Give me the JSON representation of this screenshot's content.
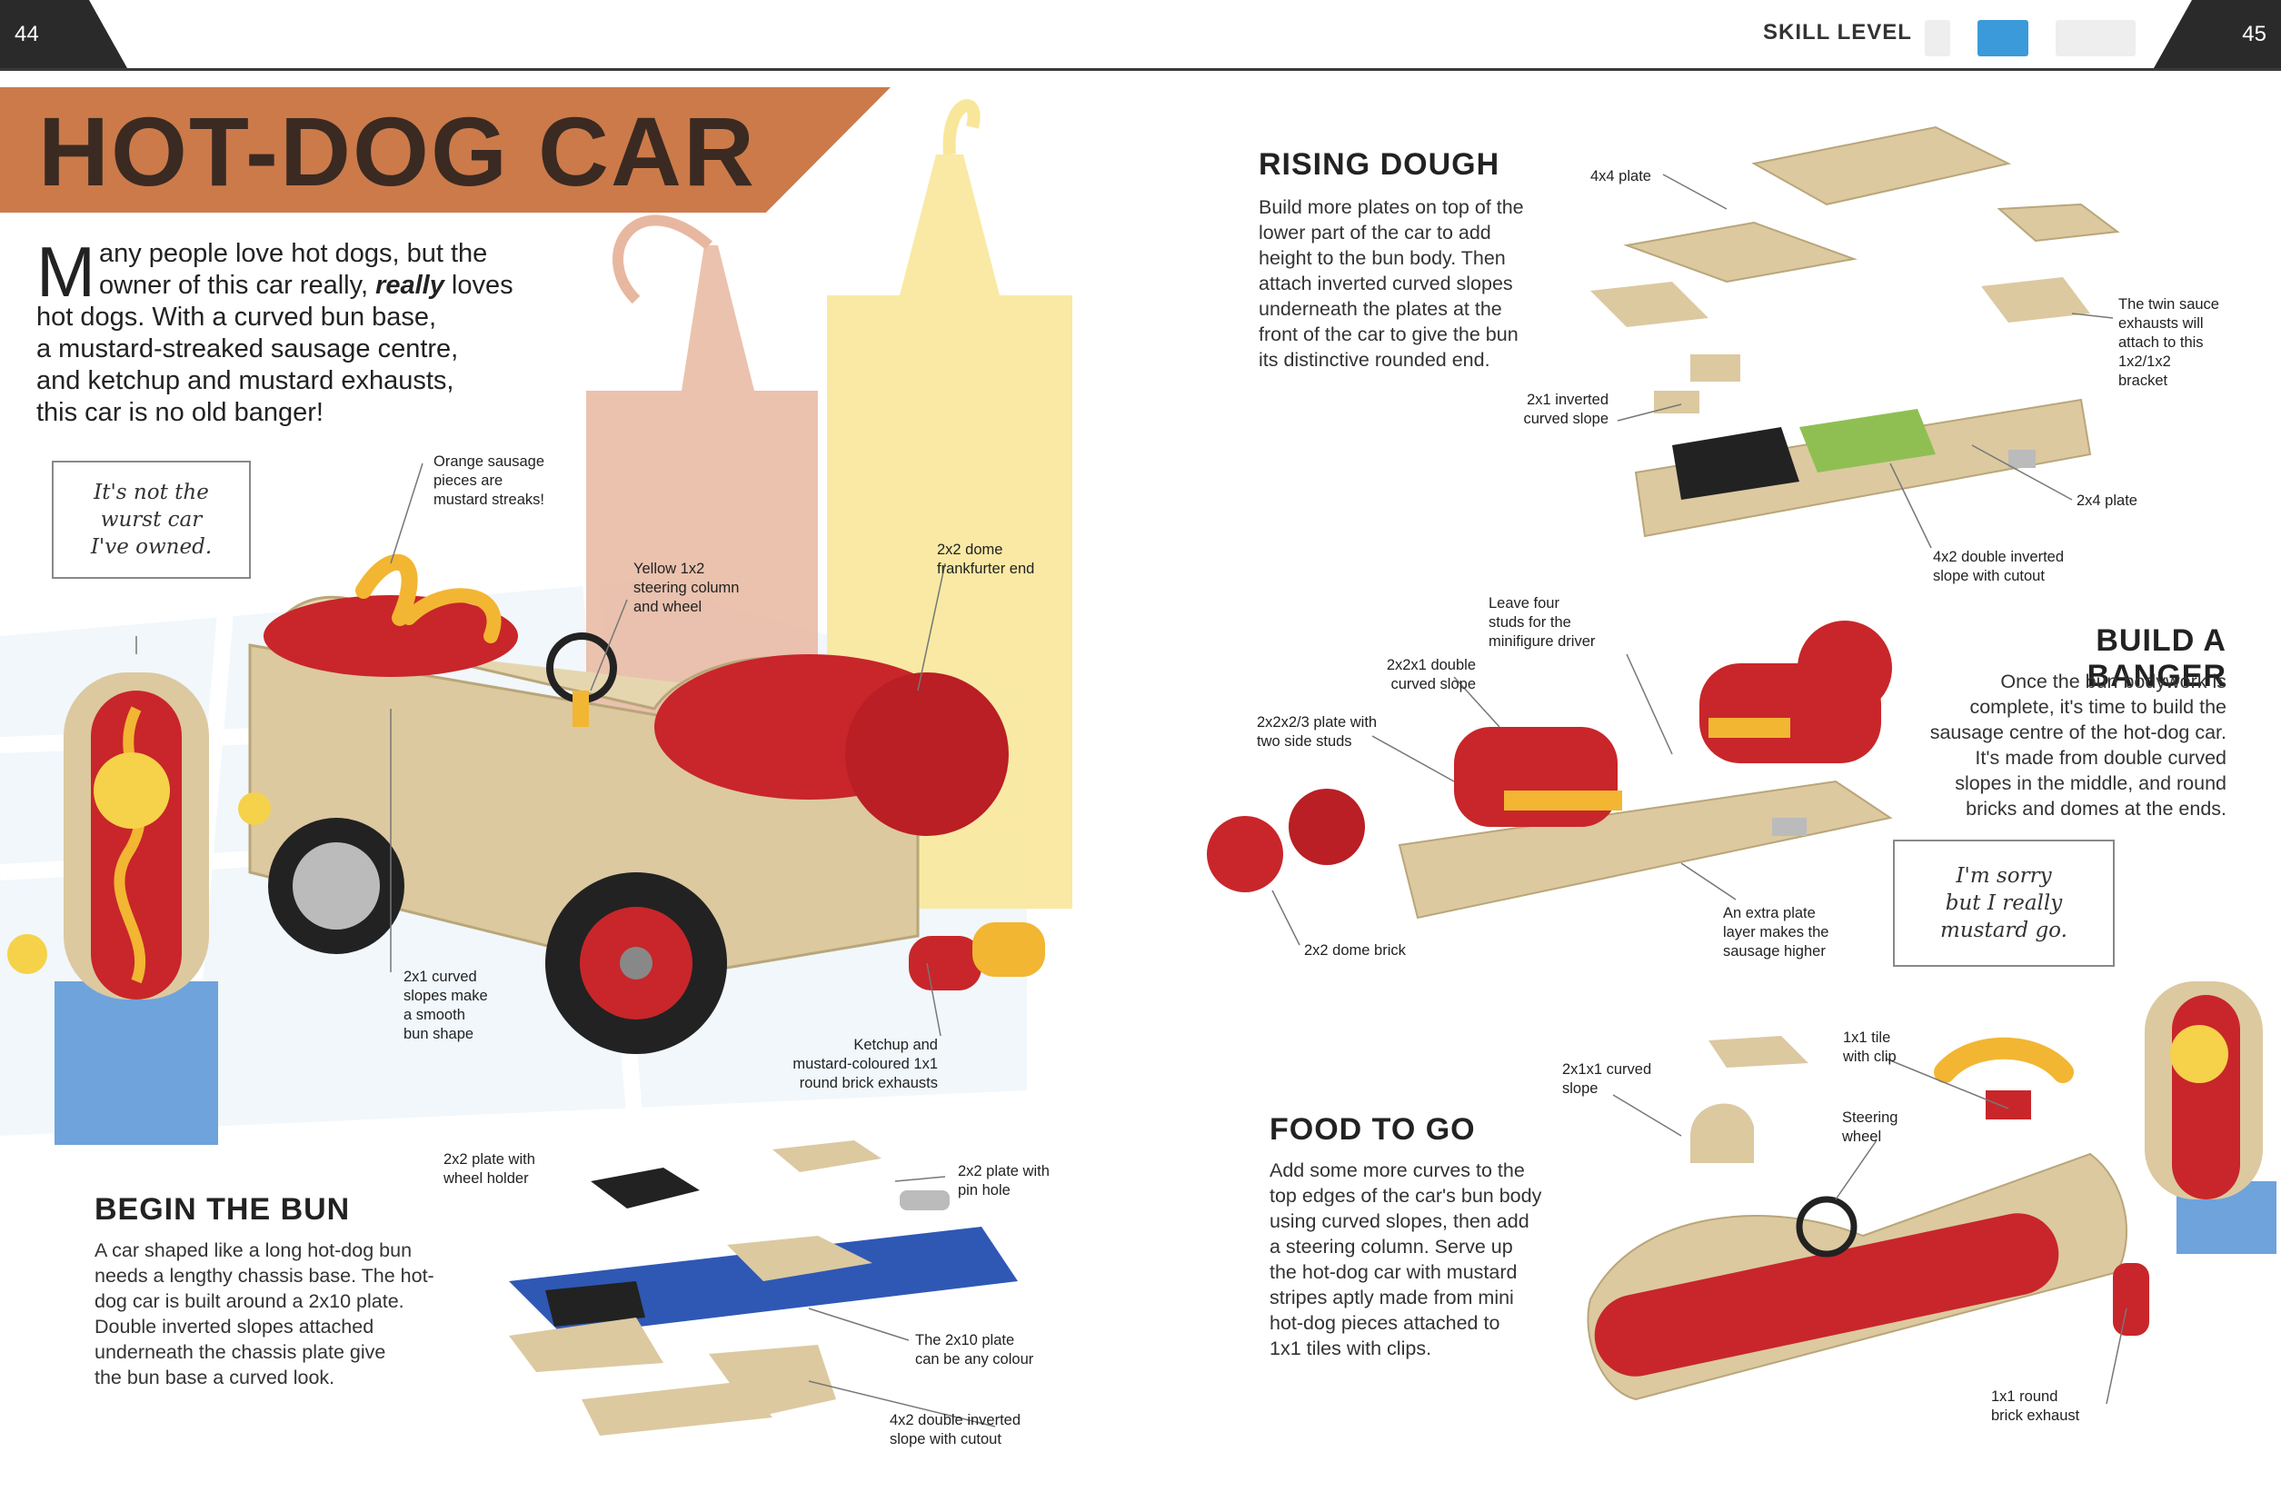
{
  "header": {
    "page_left": "44",
    "page_right": "45",
    "skill_level_label": "SKILL LEVEL",
    "colors": {
      "inactive": "#eeeeee",
      "active": "#3b9ad9"
    }
  },
  "title": "HOT-DOG CAR",
  "intro": {
    "dropcap": "M",
    "line1": "any people love hot dogs, but the",
    "line2": "owner of this car really, ",
    "line2_em": "really",
    "line2_end": " loves",
    "line3": "hot dogs. With a curved bun base,",
    "line4": "a mustard-streaked sausage centre,",
    "line5": "and ketchup and mustard exhausts,",
    "line6": "this car is no old banger!"
  },
  "bubble_left": {
    "l1": "It's not the",
    "l2": "wurst car",
    "l3": "I've owned."
  },
  "bubble_right": {
    "l1": "I'm sorry",
    "l2": "but I really",
    "l3": "mustard go."
  },
  "main_labels": {
    "orange_sausage": [
      "Orange sausage",
      "pieces are",
      "mustard streaks!"
    ],
    "steering": [
      "Yellow 1x2",
      "steering column",
      "and wheel"
    ],
    "dome_end": [
      "2x2 dome",
      "frankfurter end"
    ],
    "curved_slopes": [
      "2x1 curved",
      "slopes make",
      "a smooth",
      "bun shape"
    ],
    "exhausts": [
      "Ketchup and",
      "mustard-coloured 1x1",
      "round brick exhausts"
    ]
  },
  "begin_bun": {
    "heading": "BEGIN THE BUN",
    "text": [
      "A car shaped like a long hot-dog bun",
      "needs a lengthy chassis base. The hot-",
      "dog car is built around a 2x10 plate.",
      "Double inverted slopes attached",
      "underneath the chassis plate give",
      "the bun base a curved look."
    ],
    "labels": {
      "wheel_holder": [
        "2x2 plate with",
        "wheel holder"
      ],
      "pin_hole": [
        "2x2 plate with",
        "pin hole"
      ],
      "plate_colour": [
        "The 2x10 plate",
        "can be any colour"
      ],
      "double_inverted": [
        "4x2 double inverted",
        "slope with cutout"
      ]
    }
  },
  "rising_dough": {
    "heading": "RISING DOUGH",
    "text": [
      "Build more plates on top of the",
      "lower part of the car to add",
      "height to the bun body. Then",
      "attach inverted curved slopes",
      "underneath the plates at the",
      "front of the car to give the bun",
      "its distinctive rounded end."
    ],
    "labels": {
      "plate_4x4": [
        "4x4 plate"
      ],
      "twin_sauce": [
        "The twin sauce",
        "exhausts will",
        "attach to this",
        "1x2/1x2",
        "bracket"
      ],
      "inverted_curved": [
        "2x1 inverted",
        "curved slope"
      ],
      "plate_2x4": [
        "2x4 plate"
      ],
      "double_inverted": [
        "4x2 double inverted",
        "slope with cutout"
      ]
    }
  },
  "build_banger": {
    "heading": "BUILD A BANGER",
    "text": [
      "Once the bun bodywork is",
      "complete, it's time to build the",
      "sausage centre of the hot-dog car.",
      "It's made from double curved",
      "slopes in the middle, and round",
      "bricks and domes at the ends."
    ],
    "labels": {
      "leave_four": [
        "Leave four",
        "studs for the",
        "minifigure driver"
      ],
      "double_curved": [
        "2x2x1 double",
        "curved slope"
      ],
      "side_studs": [
        "2x2x2/3 plate with",
        "two side studs"
      ],
      "dome_brick": [
        "2x2 dome brick"
      ],
      "extra_plate": [
        "An extra plate",
        "layer makes the",
        "sausage higher"
      ]
    }
  },
  "food_to_go": {
    "heading": "FOOD TO GO",
    "text": [
      "Add some more curves to the",
      "top edges of the car's bun body",
      "using curved slopes, then add",
      "a steering column. Serve up",
      "the hot-dog car with mustard",
      "stripes aptly made from mini",
      "hot-dog pieces attached to",
      "1x1 tiles with clips."
    ],
    "labels": {
      "tile_clip": [
        "1x1 tile",
        "with clip"
      ],
      "curved_slope": [
        "2x1x1 curved",
        "slope"
      ],
      "steering_wheel": [
        "Steering",
        "wheel"
      ],
      "round_exhaust": [
        "1x1 round",
        "brick exhaust"
      ]
    }
  },
  "colors": {
    "banner": "#cc7a4a",
    "bun": "#dcc9a0",
    "sausage": "#c8262a",
    "mustard": "#f2b632",
    "ketchup_bottle": "#e8b7a0",
    "mustard_bottle": "#f8e79a"
  }
}
